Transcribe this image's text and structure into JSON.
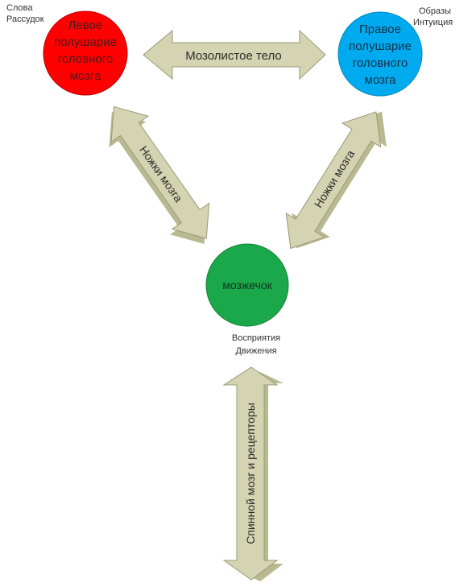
{
  "nodes": {
    "left": {
      "lines": [
        "Левое",
        "полушарие",
        "головного",
        "мозга"
      ],
      "color": "#ff0000",
      "text_color": "#4a1a1a"
    },
    "right": {
      "lines": [
        "Правое",
        "полушарие",
        "головного",
        "мозга"
      ],
      "color": "#00aaee",
      "text_color": "#16324a"
    },
    "cerebellum": {
      "label": "мозжечок",
      "color": "#1aa84a",
      "text_color": "#10311c"
    }
  },
  "arrows": {
    "corpus_callosum": "Мозолистое тело",
    "left_peduncle": "Ножки мозга",
    "right_peduncle": "Ножки мозга",
    "spinal": "Спинной мозг и рецепторы"
  },
  "notes": {
    "top_left": [
      "Слова",
      "Рассудок"
    ],
    "top_right": [
      "Образы",
      "Интуиция"
    ],
    "bottom": [
      "Восприятия",
      "Движения"
    ]
  },
  "colors": {
    "arrow_fill": "#d4d4b2",
    "arrow_stroke": "#9a9a78",
    "arrow_shadow": "#b9b991"
  }
}
